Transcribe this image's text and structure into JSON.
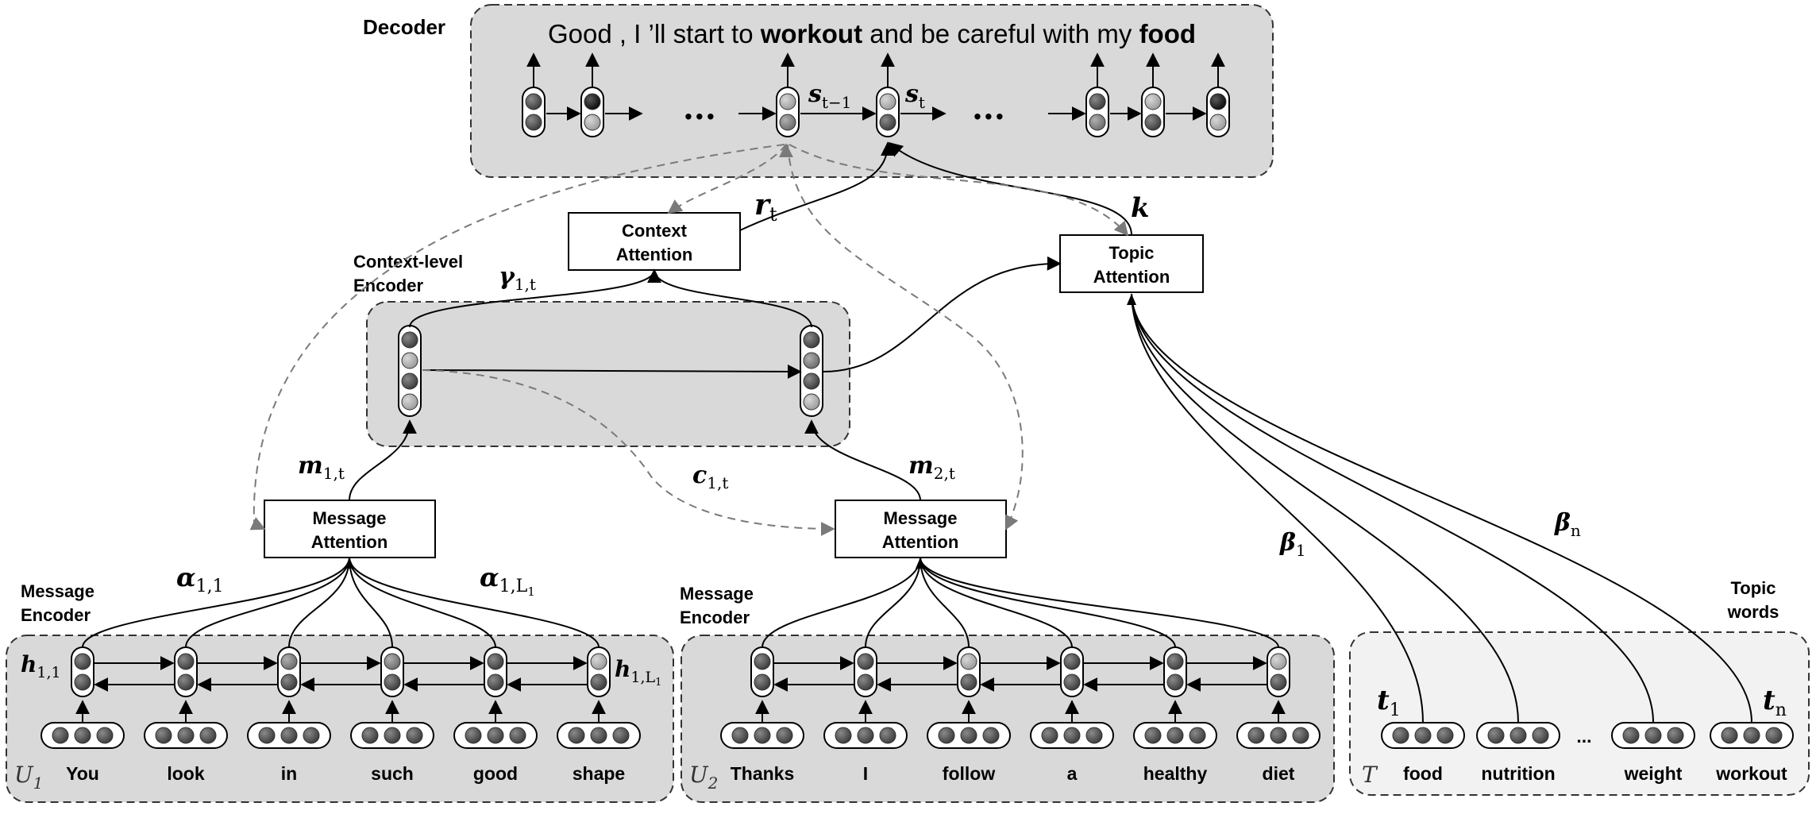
{
  "decoder": {
    "label": "Decoder",
    "sentence": [
      {
        "text": "Good , I ’ll start to ",
        "bold": false
      },
      {
        "text": "workout",
        "bold": true
      },
      {
        "text": " and be careful with my ",
        "bold": false
      },
      {
        "text": "food",
        "bold": true
      }
    ],
    "state_prev": "s",
    "state_prev_sub": "t−1",
    "state_cur": "s",
    "state_cur_sub": "t",
    "ellipsis": "..."
  },
  "context_attention": {
    "line1": "Context",
    "line2": "Attention"
  },
  "topic_attention": {
    "line1": "Topic",
    "line2": "Attention"
  },
  "context_encoder": {
    "line1": "Context-level",
    "line2": "Encoder"
  },
  "message_attention": {
    "line1": "Message",
    "line2": "Attention"
  },
  "message_encoder": {
    "line1": "Message",
    "line2": "Encoder"
  },
  "topic_words_label": {
    "line1": "Topic",
    "line2": "words"
  },
  "math": {
    "r": "r",
    "r_sub": "t",
    "k": "k",
    "gamma": "γ",
    "gamma_sub": "1,t",
    "m1": "m",
    "m1_sub": "1,t",
    "m2": "m",
    "m2_sub": "2,t",
    "c": "c",
    "c_sub": "1,t",
    "alpha1": "α",
    "alpha1_sub": "1,1",
    "alphaL": "α",
    "alphaL_sub": "1,L",
    "alphaL_subsub": "1",
    "h1": "h",
    "h1_sub": "1,1",
    "hL": "h",
    "hL_sub": "1,L",
    "hL_subsub": "1",
    "beta1": "β",
    "beta1_sub": "1",
    "betan": "β",
    "betan_sub": "n",
    "t1": "t",
    "t1_sub": "1",
    "tn": "t",
    "tn_sub": "n"
  },
  "utterance1": {
    "name": "U",
    "sub": "1",
    "words": [
      "You",
      "look",
      "in",
      "such",
      "good",
      "shape"
    ]
  },
  "utterance2": {
    "name": "U",
    "sub": "2",
    "words": [
      "Thanks",
      "I",
      "follow",
      "a",
      "healthy",
      "diet"
    ]
  },
  "topic": {
    "name": "T",
    "words": [
      "food",
      "nutrition",
      "...",
      "weight",
      "workout"
    ]
  },
  "colors": {
    "panel": "#d9d9d9",
    "panel_light": "#f2f2f2",
    "dark_node": "#4d4d4d",
    "mid_node": "#7a7a7a",
    "light_node": "#a6a6a6",
    "black_node": "#1a1a1a",
    "dashed_arrow": "#808080"
  }
}
